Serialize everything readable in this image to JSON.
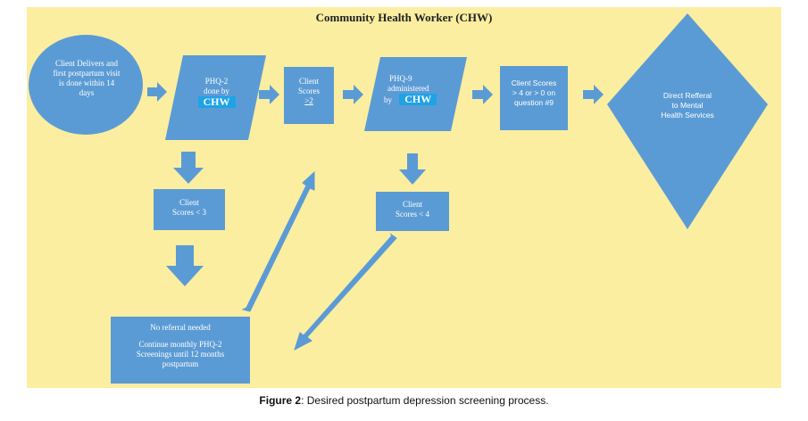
{
  "title": "Community Health Worker (CHW)",
  "nodes": {
    "start": {
      "text": "Client Delivers and first postpartum visit is done within 14 days"
    },
    "phq2": {
      "line1": "PHQ-2",
      "line2": "done by",
      "chw": "CHW"
    },
    "scores_ge2": {
      "line1": "Client",
      "line2": "Scores",
      "line3": ">2"
    },
    "phq9": {
      "line1": "PHQ-9",
      "line2": "administered",
      "line3": "by",
      "chw": "CHW"
    },
    "scores_ge4": {
      "line1": "Client Scores",
      "line2": "> 4 or > 0 on",
      "line3": "question #9"
    },
    "referral": {
      "line1": "Direct Refferal",
      "line2": "to Mental",
      "line3": "Health Services"
    },
    "scores_lt3": {
      "line1": "Client",
      "line2": "Scores < 3"
    },
    "scores_lt4": {
      "line1": "Client",
      "line2": "Scores < 4"
    },
    "no_referral": {
      "line1": "No referral needed",
      "line2": "Continue monthly PHQ-2",
      "line3": "Screenings until 12 months",
      "line4": "postpartum"
    }
  },
  "caption": {
    "label": "Figure 2",
    "text": ": Desired postpartum depression screening process."
  },
  "colors": {
    "panel": "#fbeea0",
    "shape": "#5b9bd5",
    "highlight": "#1ea3e6",
    "text": "#ffffff"
  }
}
